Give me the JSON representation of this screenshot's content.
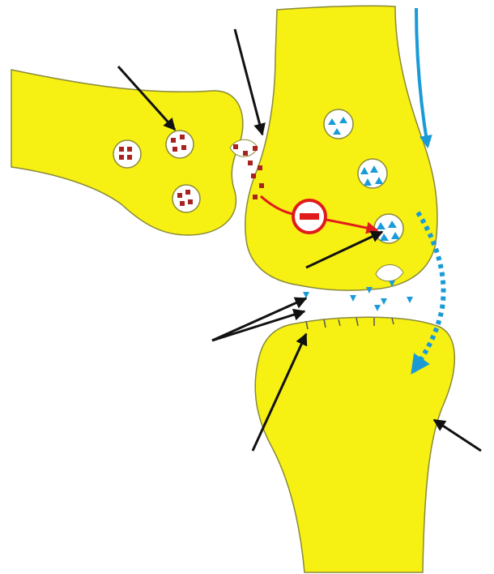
{
  "diagram": {
    "colors": {
      "neuron_fill": "#f7f013",
      "neuron_outline": "#8a8a3a",
      "red_transmitter": "#a8231f",
      "blue_transmitter": "#1a9bd7",
      "inhibitor": "#e11b1b",
      "pointer": "#111111"
    },
    "icons": {
      "inhibitor_symbol": "minus-in-circle",
      "pointer_arrow": "black-arrow",
      "signal_arrow": "blue-arrow"
    }
  }
}
